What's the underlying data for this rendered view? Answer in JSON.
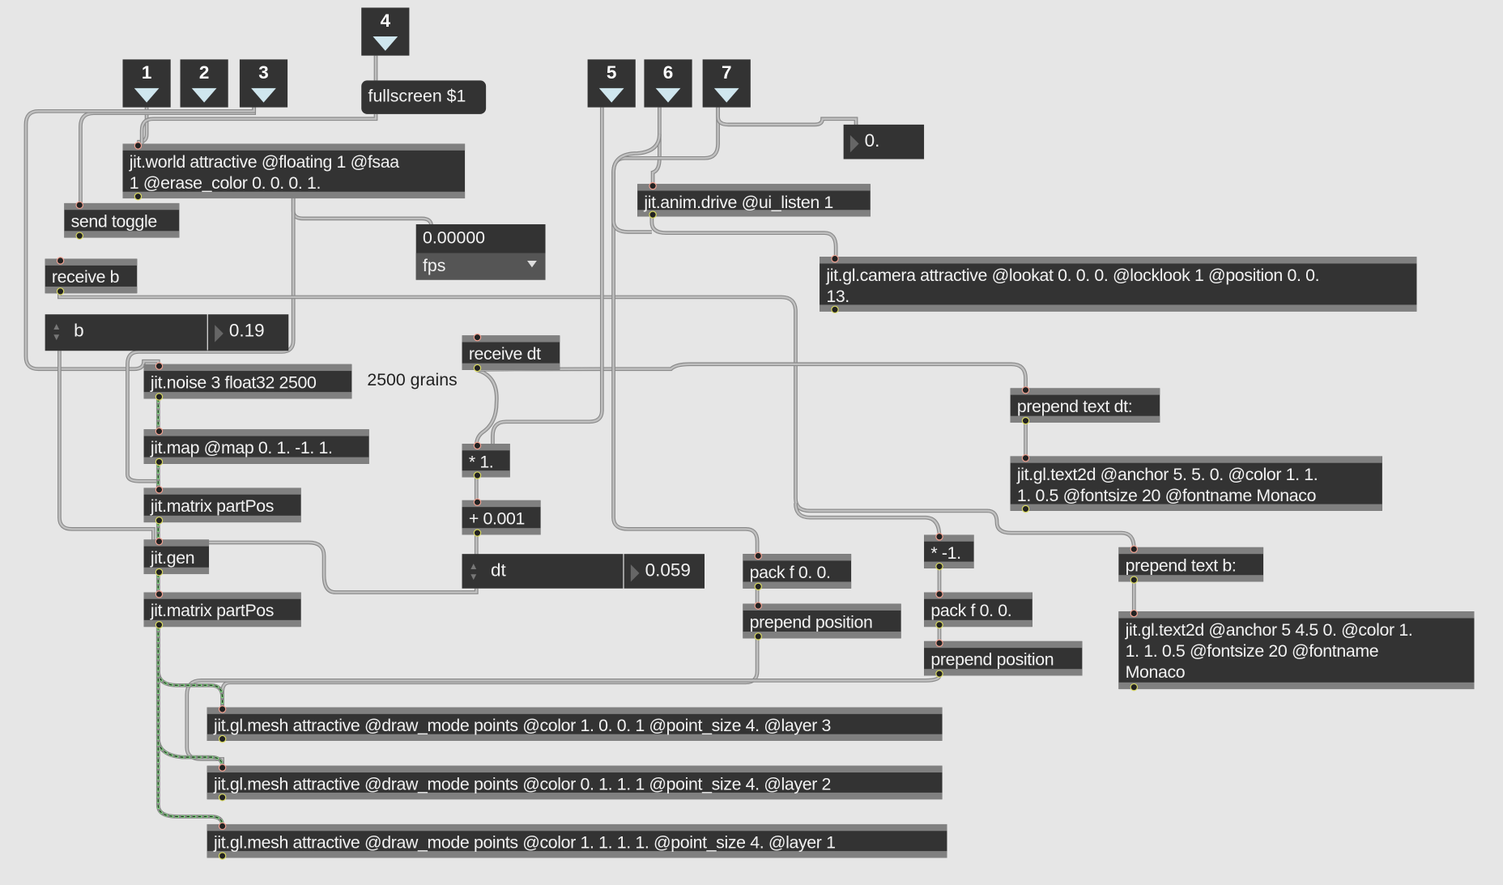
{
  "bangs": [
    "1",
    "2",
    "3",
    "4",
    "5",
    "6",
    "7"
  ],
  "messages": {
    "fullscreen": "fullscreen $1"
  },
  "objects": {
    "jit_world": "jit.world attractive @floating 1 @fsaa\n1 @erase_color 0. 0. 0. 1.",
    "send_toggle": "send toggle",
    "receive_b": "receive b",
    "jit_noise": "jit.noise 3 float32 2500",
    "receive_dt": "receive dt",
    "jit_map": "jit.map @map 0. 1. -1. 1.",
    "jit_matrix_1": "jit.matrix partPos",
    "jit_gen": "jit.gen",
    "jit_matrix_2": "jit.matrix partPos",
    "times_1": "* 1.",
    "plus_001": "+ 0.001",
    "anim_drive": "jit.anim.drive @ui_listen 1",
    "camera": "jit.gl.camera attractive @lookat 0. 0. 0. @locklook 1 @position 0. 0.\n13.",
    "prepend_text_dt": "prepend text dt:",
    "text2d_1": "jit.gl.text2d @anchor 5. 5. 0. @color 1. 1.\n1. 0.5 @fontsize 20 @fontname Monaco",
    "pack_1": "pack f 0. 0.",
    "prepend_position_1": "prepend position",
    "times_neg1": "* -1.",
    "pack_2": "pack f 0. 0.",
    "prepend_position_2": "prepend position",
    "prepend_text_b": "prepend text b:",
    "text2d_2": "jit.gl.text2d @anchor 5 4.5 0. @color 1.\n1. 1. 0.5 @fontsize 20 @fontname\nMonaco",
    "mesh_1": "jit.gl.mesh attractive @draw_mode points @color 1. 0. 0. 1 @point_size 4. @layer 3",
    "mesh_2": "jit.gl.mesh attractive @draw_mode points @color 0. 1. 1. 1 @point_size 4. @layer 2",
    "mesh_3": "jit.gl.mesh attractive @draw_mode points @color 1. 1. 1. 1. @point_size 4. @layer 1"
  },
  "fps_display": {
    "value": "0.00000",
    "unit": "fps"
  },
  "attrui_b": {
    "label": "b",
    "value": "0.19"
  },
  "attrui_dt": {
    "label": "dt",
    "value": "0.059"
  },
  "number_0": "0.",
  "comment_grains": "2500 grains",
  "colors": {
    "canvas": "#e6e6e6",
    "object": "#333333",
    "cord": "#a6a6a6",
    "matrix_cord": "#7fdc7f",
    "bang_arrow": "#cfe6ee"
  }
}
